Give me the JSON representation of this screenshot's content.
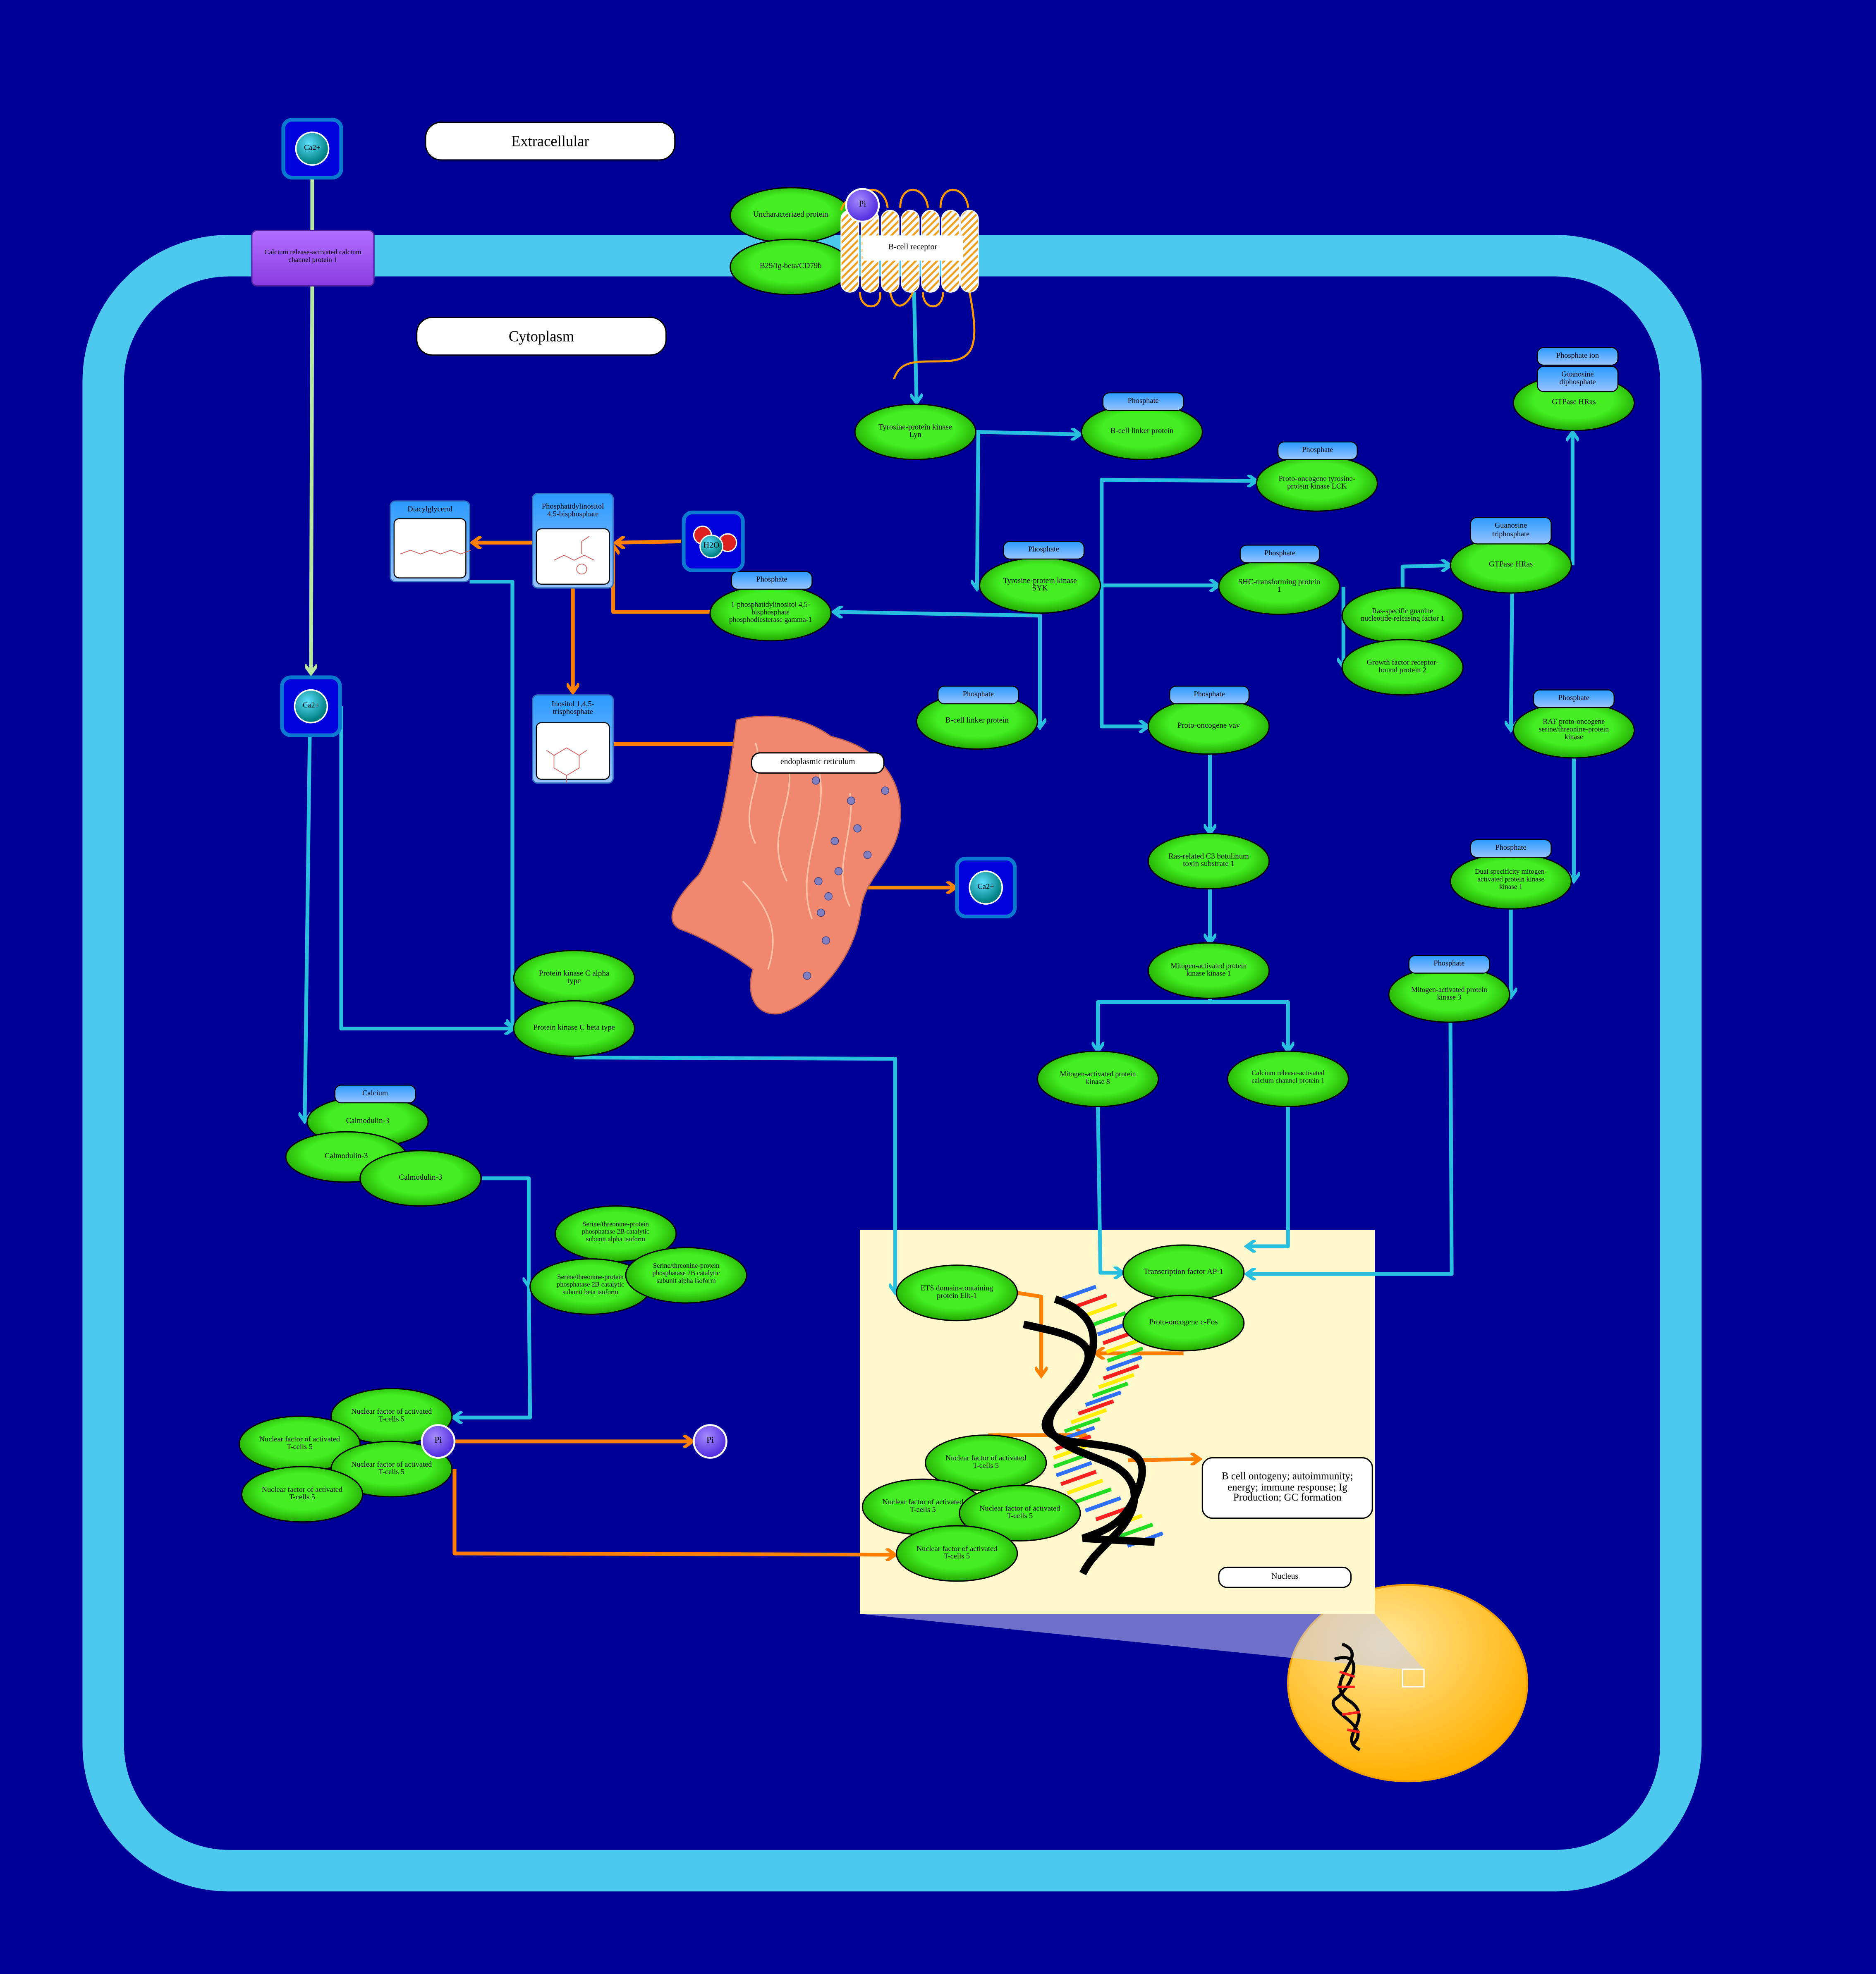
{
  "compartments": {
    "extracellular": "Extracellular",
    "cytoplasm": "Cytoplasm",
    "nucleus": "Nucleus",
    "er": "endoplasmic reticulum"
  },
  "receptor": "B-cell receptor",
  "outcome": "B cell ontogeny; autoimmunity; energy; immune response; Ig Production; GC formation",
  "small_molecules": {
    "ca": "Ca2+",
    "h2o": "H2O",
    "pi": "Pi"
  },
  "chemicals": {
    "dag": "Diacylglycerol",
    "pip2": "Phosphatidylinositol 4,5-bisphosphate",
    "ip3": "Inositol 1,4,5-trisphosphate"
  },
  "modifications": {
    "phosphate": "Phosphate",
    "phosphate_ion": "Phosphate ion",
    "gdp": "Guanosine diphosphate",
    "gtp": "Guanosine triphosphate",
    "calcium": "Calcium"
  },
  "proteins": {
    "channel": "Calcium release-activated calcium channel protein 1",
    "unchar": "Uncharacterized protein",
    "cd79b": "B29/Ig-beta/CD79b",
    "lyn": "Tyrosine-protein kinase Lyn",
    "blnk1": "B-cell linker protein",
    "lck": "Proto-oncogene tyrosine-protein kinase LCK",
    "syk": "Tyrosine-protein kinase SYK",
    "shc": "SHC-transforming protein 1",
    "rasgrf": "Ras-specific guanine nucleotide-releasing factor 1",
    "grb2": "Growth factor receptor-bound protein 2",
    "hras_gtp": "GTPase HRas",
    "hras_gdp": "GTPase HRas",
    "plcg": "1-phosphatidylinositol 4,5-bisphosphate phosphodiesterase gamma-1",
    "blnk2": "B-cell linker protein",
    "vav": "Proto-oncogene vav",
    "raf": "RAF proto-oncogene serine/threonine-protein kinase",
    "rac": "Ras-related C3 botulinum toxin substrate 1",
    "map2k1": "Mitogen-activated protein kinase kinase 1",
    "mapk8": "Mitogen-activated protein kinase 8",
    "orai": "Calcium release-activated calcium channel protein 1",
    "dusp": "Dual specificity mitogen-activated protein kinase kinase 1",
    "mapk3": "Mitogen-activated protein kinase 3",
    "pkca": "Protein kinase C alpha type",
    "pkcb": "Protein kinase C beta type",
    "calm1": "Calmodulin-3",
    "calm2": "Calmodulin-3",
    "calm3": "Calmodulin-3",
    "pp2b_a1": "Serine/threonine-protein phosphatase 2B catalytic subunit alpha isoform",
    "pp2b_b": "Serine/threonine-protein phosphatase 2B catalytic subunit beta isoform",
    "pp2b_a2": "Serine/threonine-protein phosphatase 2B catalytic subunit alpha isoform",
    "nfat1": "Nuclear factor of activated T-cells 5",
    "nfat2": "Nuclear factor of activated T-cells 5",
    "nfat3": "Nuclear factor of activated T-cells 5",
    "nfat4": "Nuclear factor of activated T-cells 5",
    "elk1": "ETS domain-containing protein Elk-1",
    "ap1": "Transcription factor AP-1",
    "fos": "Proto-oncogene c-Fos",
    "nfat5": "Nuclear factor of activated T-cells 5",
    "nfat6": "Nuclear factor of activated T-cells 5",
    "nfat7": "Nuclear factor of activated T-cells 5",
    "nfat8": "Nuclear factor of activated T-cells 5"
  },
  "colors": {
    "background": "#000099",
    "membrane": "#4dc8ef",
    "protein": "#44ee22",
    "activation_arrow": "#29c0e0",
    "reaction_arrow": "#ff8000",
    "nucleus_zoom": "#fff8cc",
    "nucleus": "#ffc020",
    "channel": "#a050f0"
  }
}
